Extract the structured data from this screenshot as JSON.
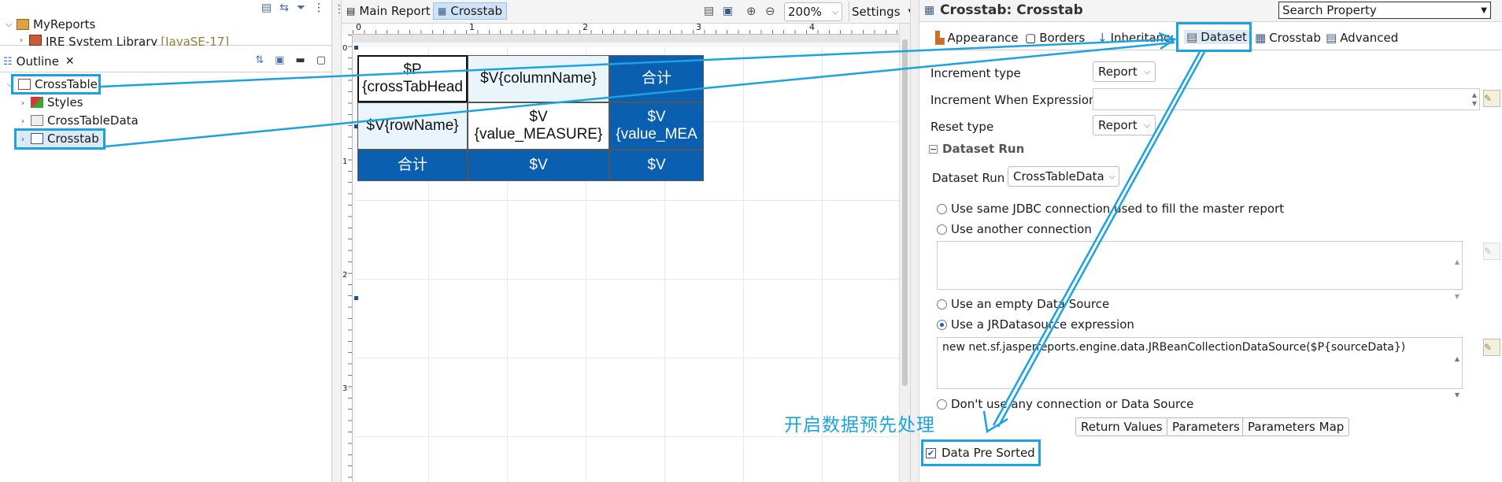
{
  "left": {
    "project_tree": [
      {
        "label": "MyReports",
        "expanded": true
      },
      {
        "label": "JRE System Library",
        "suffix": "[JavaSE-17]"
      }
    ],
    "outline_tab": "Outline",
    "outline_tree": [
      {
        "label": "CrossTable",
        "expanded": true
      },
      {
        "label": "Styles"
      },
      {
        "label": "CrossTableData"
      },
      {
        "label": "Crosstab"
      }
    ]
  },
  "center": {
    "tabs": [
      "Main Report",
      "Crosstab"
    ],
    "zoom": "200%",
    "settings_label": "Settings",
    "ruler_marks": [
      "0",
      "1",
      "2",
      "3",
      "4"
    ],
    "vruler_marks": [
      "0",
      "1",
      "2",
      "3"
    ],
    "crosstab": [
      [
        "$P\n{crossTabHead",
        "$V{columnName}",
        "合计"
      ],
      [
        "$V{rowName}",
        "$V\n{value_MEASURE}",
        "$V\n{value_MEA"
      ],
      [
        "合计",
        "$V",
        "$V"
      ]
    ]
  },
  "right": {
    "title": "Crosstab: Crosstab",
    "search_placeholder": "Search Property",
    "tabs": [
      "Appearance",
      "Borders",
      "Inheritance",
      "Dataset",
      "Crosstab",
      "Advanced"
    ],
    "increment_type_label": "Increment type",
    "increment_type_value": "Report",
    "increment_when_label": "Increment When Expression",
    "reset_type_label": "Reset type",
    "reset_type_value": "Report",
    "dataset_run_section": "Dataset Run",
    "dataset_run_label": "Dataset Run",
    "dataset_run_value": "CrossTableData",
    "radio_same_jdbc": "Use same JDBC connection used to fill the master report",
    "radio_another": "Use another connection",
    "radio_empty": "Use an empty Data Source",
    "radio_jrds": "Use a JRDatasource expression",
    "jrds_expression": "new net.sf.jasperreports.engine.data.JRBeanCollectionDataSource($P{sourceData})",
    "radio_none": "Don't use any connection or Data Source",
    "btn_return_values": "Return Values",
    "btn_parameters": "Parameters",
    "btn_parameters_map": "Parameters Map",
    "data_pre_sorted": "Data Pre Sorted",
    "annotation": "开启数据预先处理"
  },
  "colors": {
    "highlight": "#1aa3e0",
    "crosstab_dark": "#0b5fb0",
    "crosstab_light": "#eaf4fb"
  }
}
